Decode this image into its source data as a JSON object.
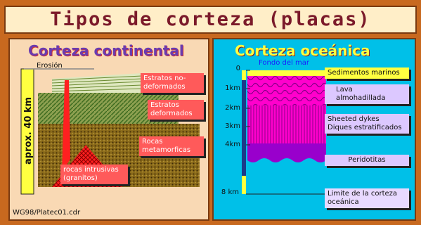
{
  "title": "Tipos de corteza (placas)",
  "continental": {
    "heading": "Corteza continental",
    "erosion": "Erosión",
    "thickness_label": "aprox. 40 km",
    "labels": {
      "undeformed": "Estratos no-\ndeformados",
      "deformed": "Estratos\ndeformados",
      "metamorphic": "Rocas\nmetamorficas",
      "intrusive": "rocas intrusivas\n(granitos)"
    },
    "footer": "WG98/Platec01.cdr"
  },
  "oceanic": {
    "heading": "Corteza oceánica",
    "seafloor": "Fondo del mar",
    "depths": [
      "0",
      "1km",
      "2km",
      "3km",
      "4km",
      "8 km"
    ],
    "labels": {
      "sediments": "Sedimentos marinos",
      "pillow": "Lava\nalmohadillada",
      "dykes": "Sheeted dykes\nDiques estratificados",
      "peridotite": "Peridotitas",
      "limit": "Limite de la corteza\noceánica"
    }
  },
  "colors": {
    "title": "#7b1a2a",
    "continental_bg": "#f9d9b4",
    "oceanic_bg": "#00c0e8",
    "label_red": "#ff5a5a",
    "magenta": "#ff00cc",
    "purple": "#9900cc"
  }
}
